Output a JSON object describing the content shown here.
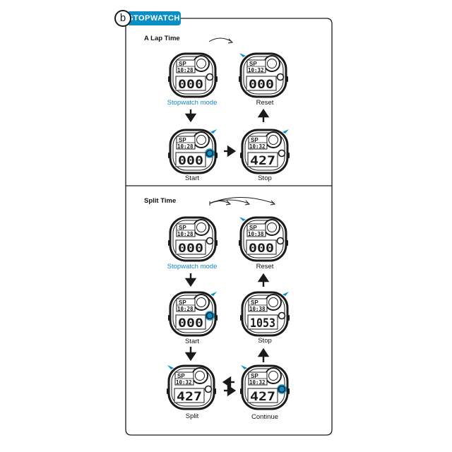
{
  "header": {
    "badge_letter": "b",
    "title": "STOPWATCH"
  },
  "lap_section": {
    "title": "A Lap Time",
    "watches": [
      {
        "id": "lap-stopwatch",
        "label": "Stopwatch mode",
        "top": "SP",
        "time": "10:28",
        "main": "000",
        "button_pressed": false,
        "pointer": "none"
      },
      {
        "id": "lap-reset",
        "label": "Reset",
        "top": "SP",
        "time": "10:32",
        "main": "000",
        "button_pressed": false,
        "pointer": "left"
      },
      {
        "id": "lap-start",
        "label": "Start",
        "top": "SP",
        "time": "10:28",
        "main": "000",
        "button_pressed": true,
        "pointer": "right"
      },
      {
        "id": "lap-stop",
        "label": "Stop",
        "top": "SP",
        "time": "10:32",
        "main": "427",
        "button_pressed": false,
        "pointer": "right"
      }
    ]
  },
  "split_section": {
    "title": "Split Time",
    "watches": [
      {
        "id": "split-stopwatch",
        "label": "Stopwatch mode",
        "top": "SP",
        "time": "10:28",
        "main": "000",
        "button_pressed": false,
        "pointer": "none"
      },
      {
        "id": "split-reset",
        "label": "Reset",
        "top": "SP",
        "time": "10:38",
        "main": "000",
        "button_pressed": false,
        "pointer": "left"
      },
      {
        "id": "split-start",
        "label": "Start",
        "top": "SP",
        "time": "10:28",
        "main": "000",
        "button_pressed": true,
        "pointer": "right"
      },
      {
        "id": "split-stop",
        "label": "Stop",
        "top": "SP",
        "time": "10:38",
        "main": "1053",
        "button_pressed": false,
        "pointer": "right"
      },
      {
        "id": "split-split",
        "label": "Split",
        "top": "SP",
        "time": "10:32",
        "main": "427",
        "button_pressed": false,
        "pointer": "left"
      },
      {
        "id": "split-continue",
        "label": "Continue",
        "top": "SP",
        "time": "10:32",
        "main": "427",
        "button_pressed": true,
        "pointer": "left"
      }
    ]
  },
  "colors": {
    "accent": "#0a8ec4",
    "label_blue": "#1587c7",
    "ink": "#1a1a1a"
  }
}
